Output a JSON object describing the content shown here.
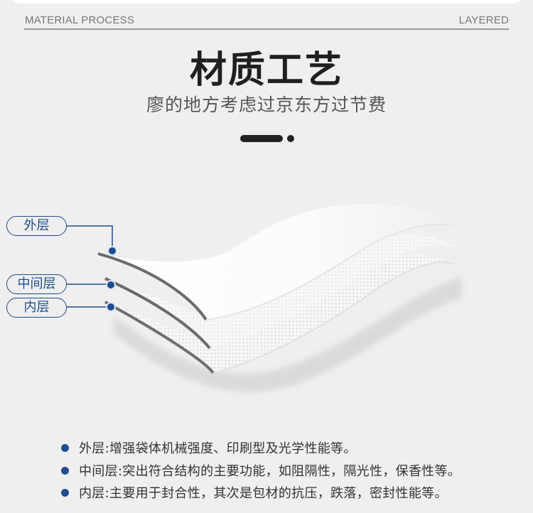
{
  "header": {
    "left_label": "MATERIAL PROCESS",
    "right_label": "LAYERED"
  },
  "title": "材质工艺",
  "subtitle": "廖的地方考虑过京东方过节费",
  "layers": [
    {
      "label": "外层"
    },
    {
      "label": "中间层"
    },
    {
      "label": "内层"
    }
  ],
  "descriptions": [
    {
      "text": "外层:增强袋体机械强度、印刷型及光学性能等。"
    },
    {
      "text": "中间层:突出符合结构的主要功能，如阻隔性，隔光性，保香性等。"
    },
    {
      "text": "内层:主要用于封合性，其次是包材的抗压，跌落，密封性能等。"
    }
  ],
  "colors": {
    "accent": "#1d4d8f",
    "background": "#efefef",
    "title": "#1f1f1f"
  }
}
